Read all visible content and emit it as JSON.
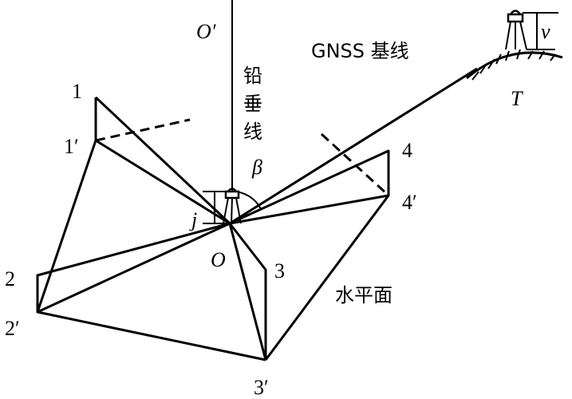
{
  "labels": {
    "o_prime": "O′",
    "vertical_line": [
      "铅",
      "垂",
      "线"
    ],
    "beta": "β",
    "gnss_baseline": "GNSS 基线",
    "T": "T",
    "v": "v",
    "j": "j",
    "O": "O",
    "p1": "1",
    "p1p": "1′",
    "p2": "2",
    "p2p": "2′",
    "p3": "3",
    "p3p": "3′",
    "p4": "4",
    "p4p": "4′",
    "horizontal_plane": "水平面"
  }
}
